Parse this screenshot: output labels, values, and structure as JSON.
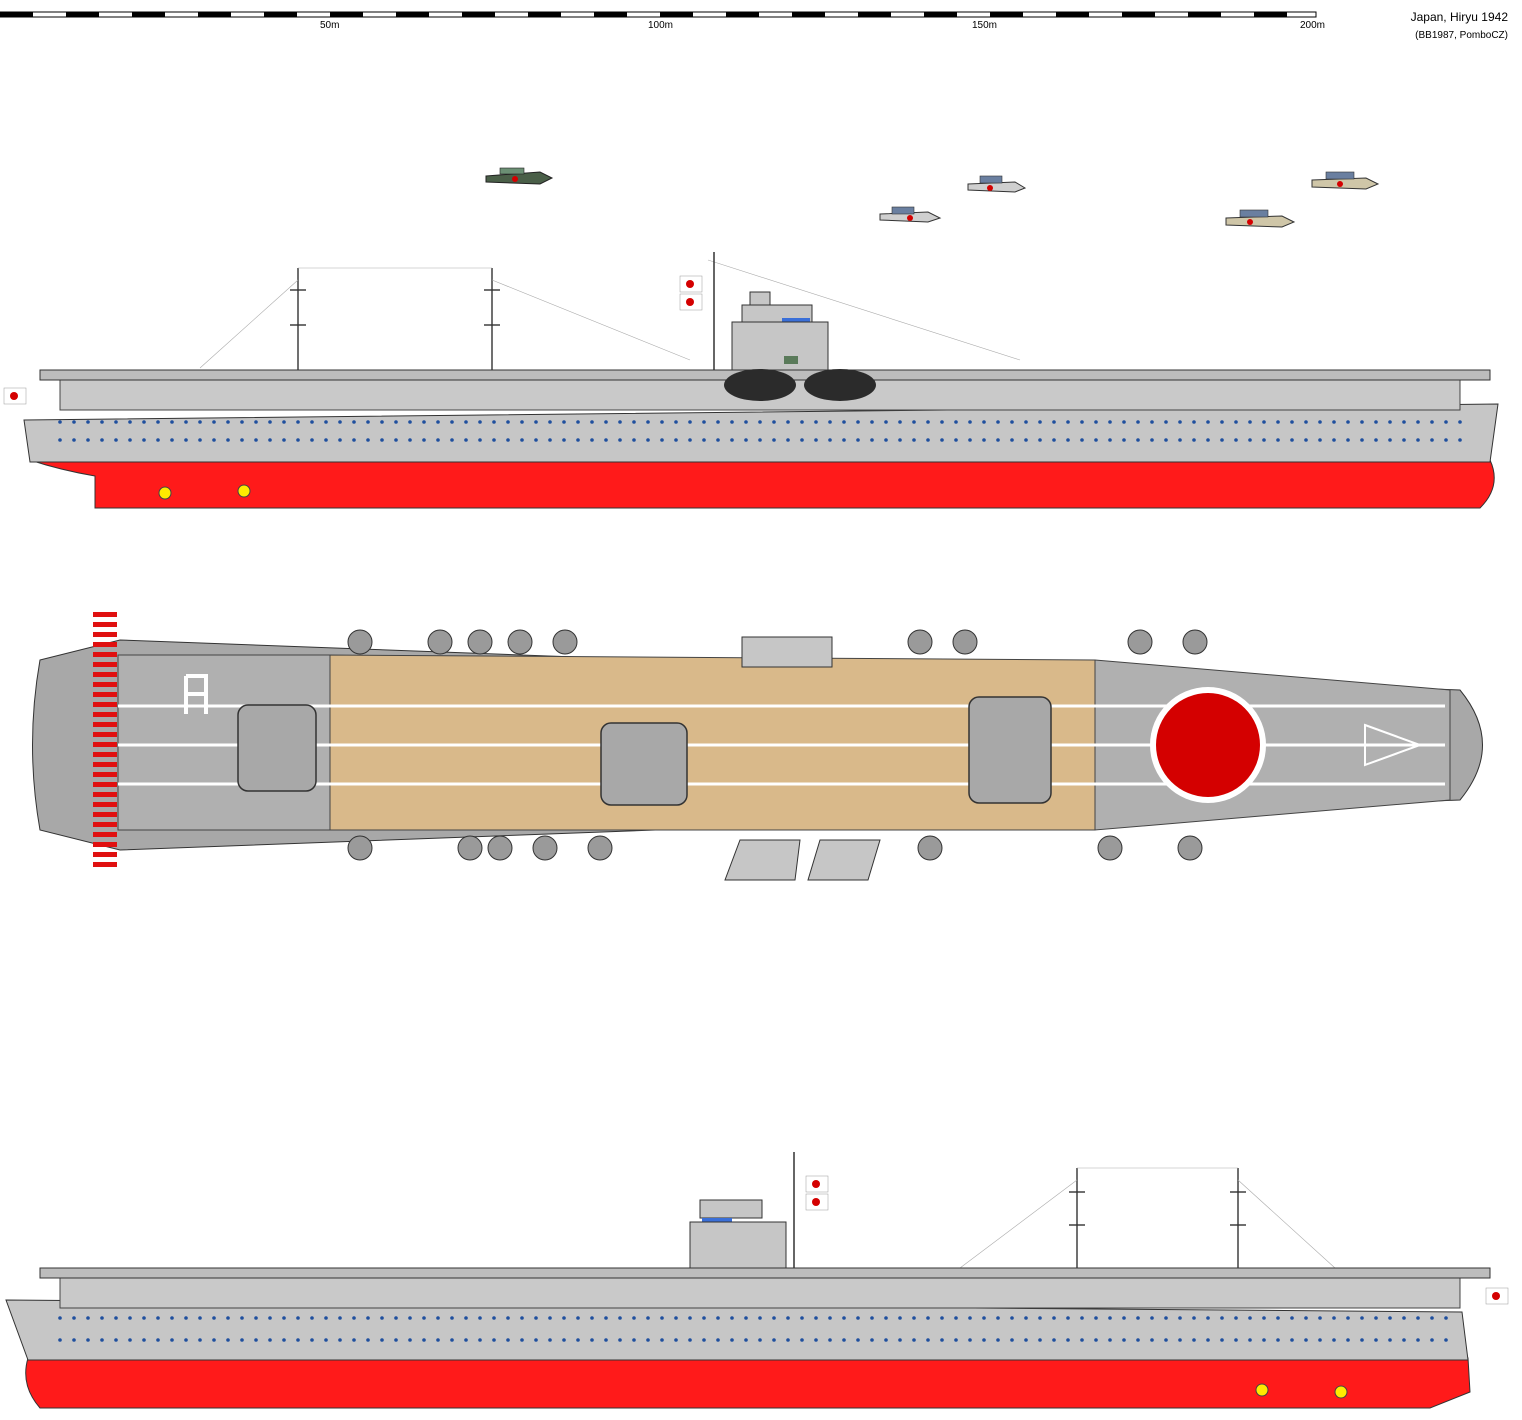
{
  "header": {
    "title": "Japan, Hiryu 1942",
    "credits": "(BB1987, PomboCZ)"
  },
  "scale_bar": {
    "labels": [
      "50m",
      "100m",
      "150m",
      "200m"
    ]
  },
  "colors": {
    "hull_gray": "#c6c6c6",
    "antifouling_red": "#ff1a1a",
    "deck_wood": "#d9b98a",
    "deck_steel": "#b0b0b0",
    "hinomaru_red": "#d40000",
    "dark_gray": "#6e6e6e",
    "porthole_blue": "#1f4f9e"
  },
  "views": [
    {
      "name": "starboard-profile"
    },
    {
      "name": "plan-view"
    },
    {
      "name": "port-profile"
    }
  ],
  "aircraft_icons": [
    "dive-bomber-icon",
    "fighter-icon",
    "torpedo-bomber-icon"
  ]
}
